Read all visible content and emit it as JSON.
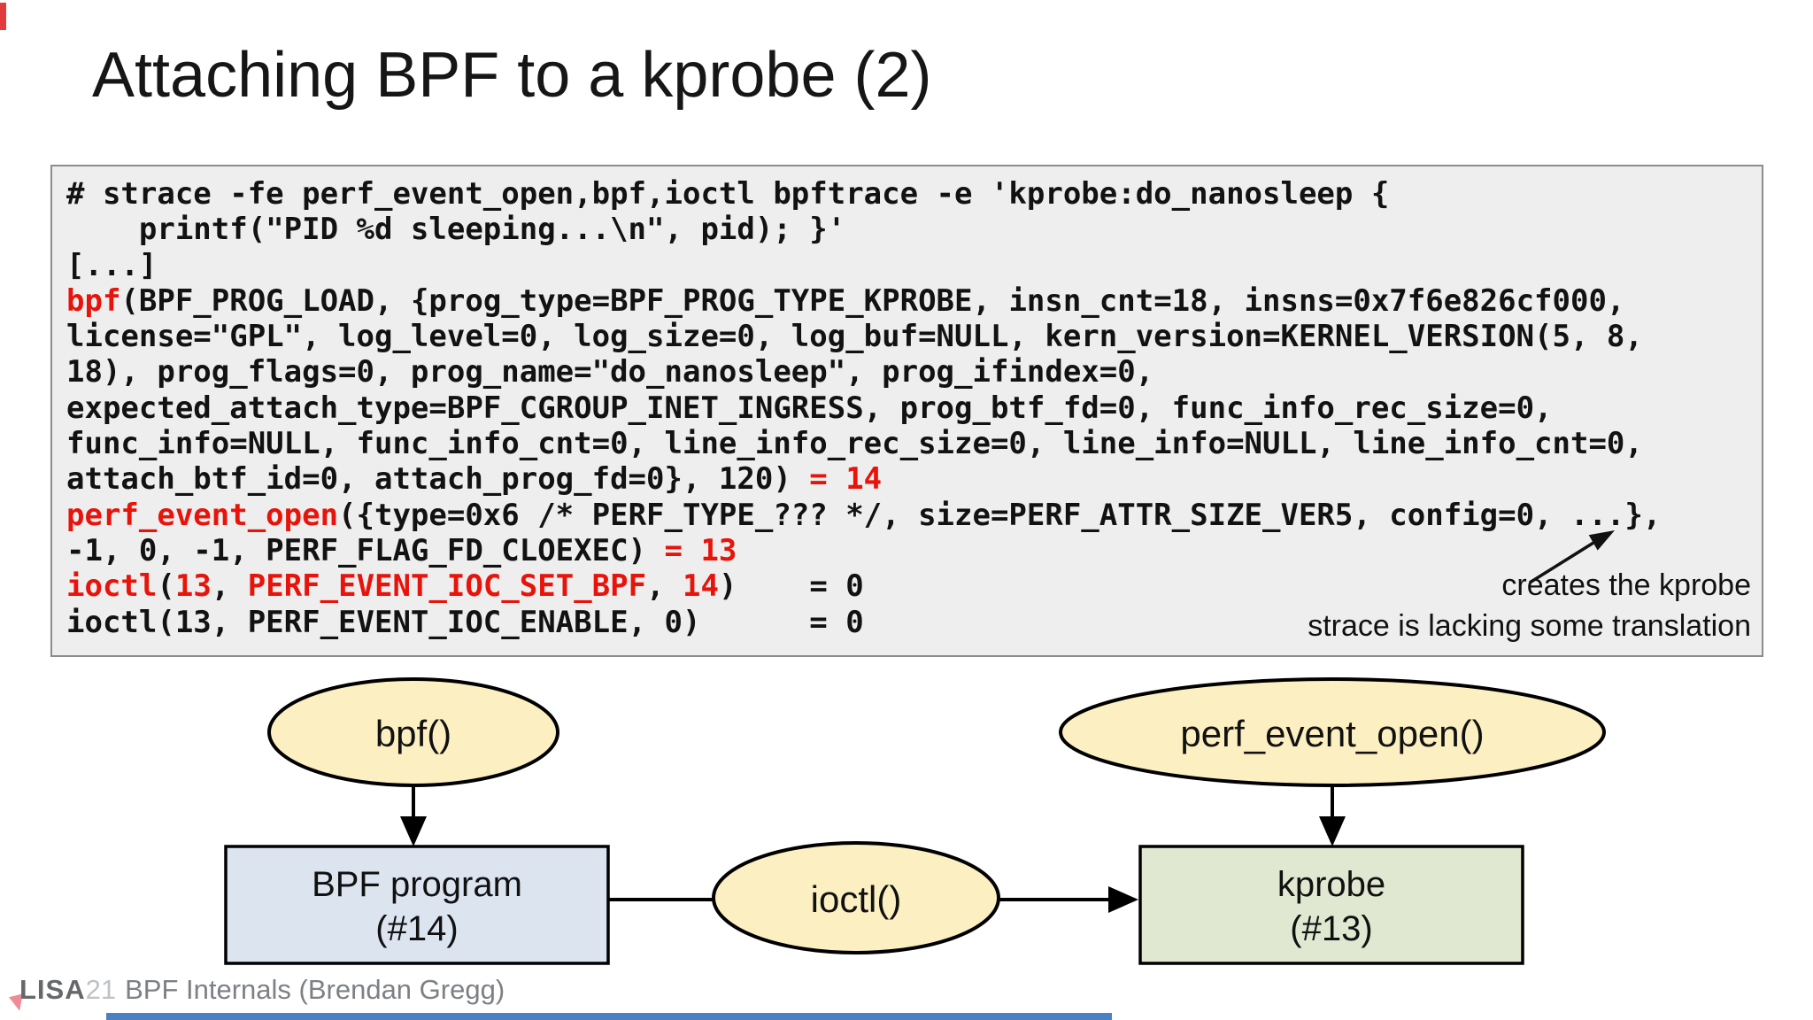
{
  "slide": {
    "title": "Attaching BPF to a kprobe (2)",
    "footer": {
      "brand": "LISA",
      "year": "21",
      "text": "BPF Internals (Brendan Gregg)"
    }
  },
  "colors": {
    "code_red": "#e8130a",
    "code_background": "#eeeeee",
    "code_border": "#8c8c8c",
    "ellipse_fill": "#fcf0c2",
    "bpf_box_fill": "#dce4f0",
    "kprobe_box_fill": "#e0e8d1",
    "bottom_bar_blue": "#4a80c4"
  },
  "terminal": {
    "lines": [
      [
        {
          "t": "# strace -fe perf_event_open,bpf,ioctl bpftrace -e 'kprobe:do_nanosleep {"
        }
      ],
      [
        {
          "t": "    printf(\"PID %d sleeping...\\n\", pid); }'"
        }
      ],
      [
        {
          "t": "[...]"
        }
      ],
      [
        {
          "t": "bpf",
          "c": "red"
        },
        {
          "t": "(BPF_PROG_LOAD, {prog_type=BPF_PROG_TYPE_KPROBE, insn_cnt=18, insns=0x7f6e826cf000,"
        }
      ],
      [
        {
          "t": "license=\"GPL\", log_level=0, log_size=0, log_buf=NULL, kern_version=KERNEL_VERSION(5, 8,"
        }
      ],
      [
        {
          "t": "18), prog_flags=0, prog_name=\"do_nanosleep\", prog_ifindex=0,"
        }
      ],
      [
        {
          "t": "expected_attach_type=BPF_CGROUP_INET_INGRESS, prog_btf_fd=0, func_info_rec_size=0,"
        }
      ],
      [
        {
          "t": "func_info=NULL, func_info_cnt=0, line_info_rec_size=0, line_info=NULL, line_info_cnt=0,"
        }
      ],
      [
        {
          "t": "attach_btf_id=0, attach_prog_fd=0}, 120) "
        },
        {
          "t": "= 14",
          "c": "red"
        }
      ],
      [
        {
          "t": "perf_event_open",
          "c": "red"
        },
        {
          "t": "({type=0x6 /* PERF_TYPE_??? */, size=PERF_ATTR_SIZE_VER5, config=0, ...},"
        }
      ],
      [
        {
          "t": "-1, 0, -1, PERF_FLAG_FD_CLOEXEC) "
        },
        {
          "t": "= 13",
          "c": "red"
        }
      ],
      [
        {
          "t": "ioctl",
          "c": "red"
        },
        {
          "t": "("
        },
        {
          "t": "13",
          "c": "red"
        },
        {
          "t": ", "
        },
        {
          "t": "PERF_EVENT_IOC_SET_BPF",
          "c": "red"
        },
        {
          "t": ", "
        },
        {
          "t": "14",
          "c": "red"
        },
        {
          "t": ")    = 0"
        }
      ],
      [
        {
          "t": "ioctl(13, PERF_EVENT_IOC_ENABLE, 0)      = 0"
        }
      ]
    ],
    "annotations": [
      "creates the kprobe",
      "strace is lacking some translation"
    ]
  },
  "diagram": {
    "bpf_ellipse_label": "bpf()",
    "perf_ellipse_label": "perf_event_open()",
    "ioctl_ellipse_label": "ioctl()",
    "bpf_box_label": "BPF program",
    "bpf_box_sublabel": "(#14)",
    "kprobe_box_label": "kprobe",
    "kprobe_box_sublabel": "(#13)"
  }
}
